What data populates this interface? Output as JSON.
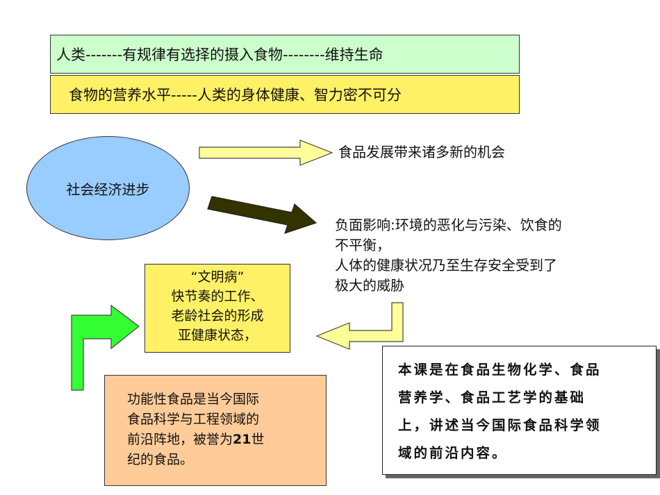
{
  "banner_top": {
    "text": "人类-------有规律有选择的摄入食物--------维持生命"
  },
  "banner_second": {
    "text": "食物的营养水平-----人类的身体健康、智力密不可分"
  },
  "ellipse": {
    "label": "社会经济进步"
  },
  "opportunity": {
    "text": "食品发展带来诸多新的机会"
  },
  "negative": {
    "lines": [
      "负面影响:环境的恶化与污染、饮食的",
      "不平衡，",
      "人体的健康状况乃至生存安全受到了",
      "极大的威胁"
    ]
  },
  "civilization_box": {
    "lines": [
      "“文明病”",
      "快节奏的工作、",
      "老龄社会的形成",
      "亚健康状态，"
    ]
  },
  "functional_food_box": {
    "lines": [
      "功能性食品是当今国际",
      "食品科学与工程领域的",
      "前沿阵地，被誉为"
    ],
    "century_number": "21",
    "century_suffix": "世",
    "last_line": "纪的食品。"
  },
  "course_note": {
    "lines": [
      "本课是在食品生物化学、食品",
      "营养学、食品工艺学的基础",
      "上，讲述当今国际食品科学领",
      "域的前沿内容。"
    ]
  },
  "colors": {
    "banner_green": "#ccffcc",
    "banner_yellow": "#fff166",
    "ellipse_blue": "#99ccff",
    "orange_box": "#ffcc99",
    "arrow_light_yellow": "#ffff99",
    "arrow_dark": "#333300",
    "arrow_green": "#33ff33"
  }
}
